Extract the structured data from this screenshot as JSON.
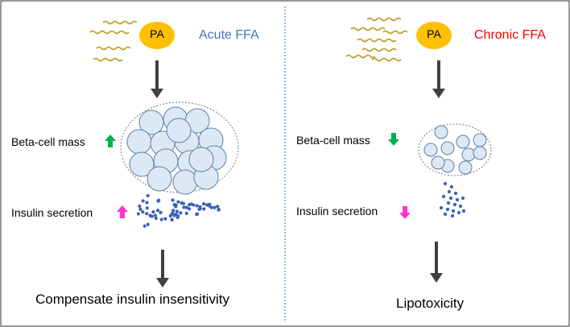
{
  "panels": [
    {
      "pa_label": "PA",
      "condition": "Acute FFA",
      "condition_color": "#4472c4",
      "beta_cell_label": "Beta-cell mass",
      "beta_cell_trend": "up",
      "beta_arrow_color": "#00b050",
      "secretion_label": "Insulin secretion",
      "secretion_trend": "up",
      "secretion_arrow_color": "#ff33cc",
      "outcome": "Compensate insulin insensitivity"
    },
    {
      "pa_label": "PA",
      "condition": "Chronic FFA",
      "condition_color": "#ff0000",
      "beta_cell_label": "Beta-cell mass",
      "beta_cell_trend": "down",
      "beta_arrow_color": "#00b050",
      "secretion_label": "Insulin secretion",
      "secretion_trend": "down",
      "secretion_arrow_color": "#ff33cc",
      "outcome": "Lipotoxicity"
    }
  ],
  "colors": {
    "pa_fill": "#ffc000",
    "fatty_acid": "#c09a2a",
    "cell_fill": "#dce9f5",
    "cell_stroke": "#5b7fa6",
    "granule": "#3a62b8",
    "flow_arrow": "#404040",
    "divider": "#4a90c8",
    "frame": "#555555"
  },
  "icons": {
    "fatty_acid": "squiggle-chain-icon",
    "trend_up": "up-arrow-icon",
    "trend_down": "down-arrow-icon"
  }
}
